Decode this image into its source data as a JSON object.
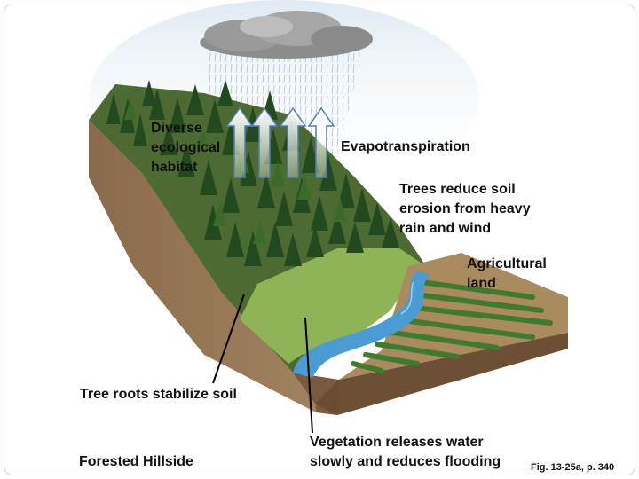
{
  "labels": {
    "diverse_habitat": [
      "Diverse",
      "ecological",
      "habitat"
    ],
    "evapotranspiration": "Evapotranspiration",
    "trees_reduce": [
      "Trees reduce soil",
      "erosion from heavy",
      "rain and wind"
    ],
    "agricultural": [
      "Agricultural",
      "land"
    ],
    "tree_roots": "Tree roots stabilize soil",
    "forested_hillside": "Forested Hillside",
    "vegetation": [
      "Vegetation releases water",
      "slowly and reduces flooding"
    ],
    "figure_ref": "Fig. 13-25a, p. 340"
  }
}
